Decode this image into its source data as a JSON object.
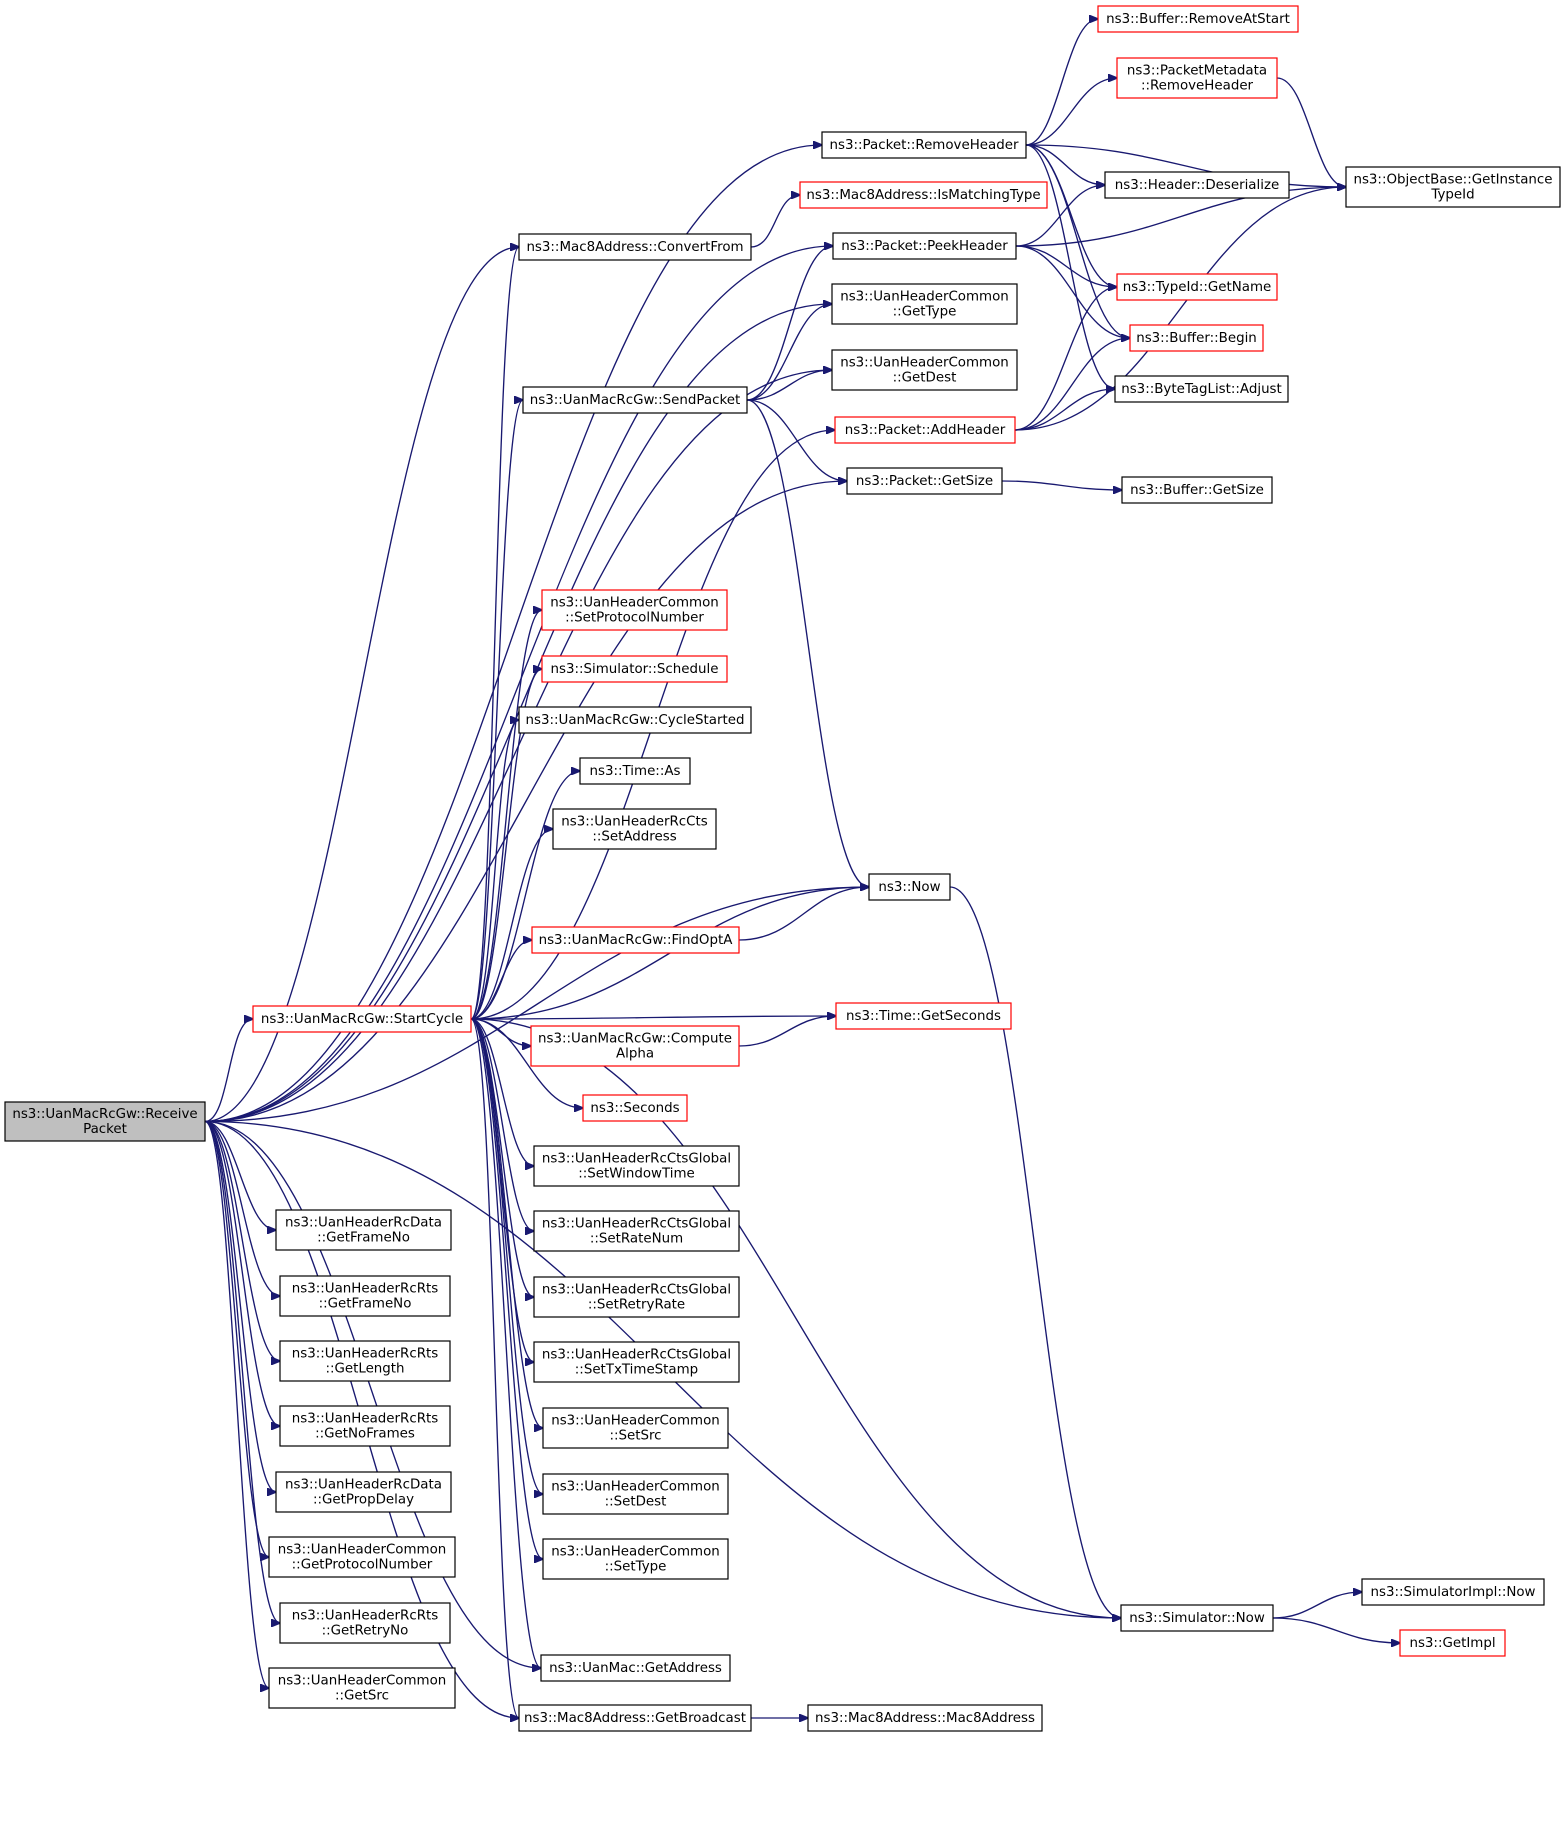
{
  "graph": {
    "nodes": [
      {
        "id": "receive_packet",
        "lines": [
          "ns3::UanMacRcGw::Receive",
          "Packet"
        ],
        "style": "root"
      },
      {
        "id": "start_cycle",
        "lines": [
          "ns3::UanMacRcGw::StartCycle"
        ],
        "style": "red"
      },
      {
        "id": "send_packet",
        "lines": [
          "ns3::UanMacRcGw::SendPacket"
        ],
        "style": "black"
      },
      {
        "id": "mac8_convert_from",
        "lines": [
          "ns3::Mac8Address::ConvertFrom"
        ],
        "style": "black"
      },
      {
        "id": "packet_remove_header",
        "lines": [
          "ns3::Packet::RemoveHeader"
        ],
        "style": "black"
      },
      {
        "id": "packet_peek_header",
        "lines": [
          "ns3::Packet::PeekHeader"
        ],
        "style": "black"
      },
      {
        "id": "uanhdrcommon_get_type",
        "lines": [
          "ns3::UanHeaderCommon",
          "::GetType"
        ],
        "style": "black"
      },
      {
        "id": "uanhdrcommon_get_dest",
        "lines": [
          "ns3::UanHeaderCommon",
          "::GetDest"
        ],
        "style": "black"
      },
      {
        "id": "packet_add_header",
        "lines": [
          "ns3::Packet::AddHeader"
        ],
        "style": "red"
      },
      {
        "id": "packet_get_size",
        "lines": [
          "ns3::Packet::GetSize"
        ],
        "style": "black"
      },
      {
        "id": "buffer_remove_at_start",
        "lines": [
          "ns3::Buffer::RemoveAtStart"
        ],
        "style": "red"
      },
      {
        "id": "packetmetadata_remove_header",
        "lines": [
          "ns3::PacketMetadata",
          "::RemoveHeader"
        ],
        "style": "red"
      },
      {
        "id": "mac8_is_matching_type",
        "lines": [
          "ns3::Mac8Address::IsMatchingType"
        ],
        "style": "red"
      },
      {
        "id": "header_deserialize",
        "lines": [
          "ns3::Header::Deserialize"
        ],
        "style": "black"
      },
      {
        "id": "typeid_get_name",
        "lines": [
          "ns3::TypeId::GetName"
        ],
        "style": "red"
      },
      {
        "id": "buffer_begin",
        "lines": [
          "ns3::Buffer::Begin"
        ],
        "style": "red"
      },
      {
        "id": "bytetaglist_adjust",
        "lines": [
          "ns3::ByteTagList::Adjust"
        ],
        "style": "black"
      },
      {
        "id": "buffer_get_size",
        "lines": [
          "ns3::Buffer::GetSize"
        ],
        "style": "black"
      },
      {
        "id": "objectbase_get_instance_typeid",
        "lines": [
          "ns3::ObjectBase::GetInstance",
          "TypeId"
        ],
        "style": "black"
      },
      {
        "id": "uanhdrcommon_set_protocol_number",
        "lines": [
          "ns3::UanHeaderCommon",
          "::SetProtocolNumber"
        ],
        "style": "red"
      },
      {
        "id": "simulator_schedule",
        "lines": [
          "ns3::Simulator::Schedule"
        ],
        "style": "red"
      },
      {
        "id": "cycle_started",
        "lines": [
          "ns3::UanMacRcGw::CycleStarted"
        ],
        "style": "black"
      },
      {
        "id": "time_as",
        "lines": [
          "ns3::Time::As"
        ],
        "style": "black"
      },
      {
        "id": "uanhdrrccts_set_address",
        "lines": [
          "ns3::UanHeaderRcCts",
          "::SetAddress"
        ],
        "style": "black"
      },
      {
        "id": "ns3_now",
        "lines": [
          "ns3::Now"
        ],
        "style": "black"
      },
      {
        "id": "find_opt_a",
        "lines": [
          "ns3::UanMacRcGw::FindOptA"
        ],
        "style": "red"
      },
      {
        "id": "time_get_seconds",
        "lines": [
          "ns3::Time::GetSeconds"
        ],
        "style": "red"
      },
      {
        "id": "compute_alpha",
        "lines": [
          "ns3::UanMacRcGw::Compute",
          "Alpha"
        ],
        "style": "red"
      },
      {
        "id": "ns3_seconds",
        "lines": [
          "ns3::Seconds"
        ],
        "style": "red"
      },
      {
        "id": "ctsglobal_set_window_time",
        "lines": [
          "ns3::UanHeaderRcCtsGlobal",
          "::SetWindowTime"
        ],
        "style": "black"
      },
      {
        "id": "ctsglobal_set_rate_num",
        "lines": [
          "ns3::UanHeaderRcCtsGlobal",
          "::SetRateNum"
        ],
        "style": "black"
      },
      {
        "id": "ctsglobal_set_retry_rate",
        "lines": [
          "ns3::UanHeaderRcCtsGlobal",
          "::SetRetryRate"
        ],
        "style": "black"
      },
      {
        "id": "ctsglobal_set_tx_timestamp",
        "lines": [
          "ns3::UanHeaderRcCtsGlobal",
          "::SetTxTimeStamp"
        ],
        "style": "black"
      },
      {
        "id": "uanhdrcommon_set_src",
        "lines": [
          "ns3::UanHeaderCommon",
          "::SetSrc"
        ],
        "style": "black"
      },
      {
        "id": "uanhdrcommon_set_dest",
        "lines": [
          "ns3::UanHeaderCommon",
          "::SetDest"
        ],
        "style": "black"
      },
      {
        "id": "uanhdrcommon_set_type",
        "lines": [
          "ns3::UanHeaderCommon",
          "::SetType"
        ],
        "style": "black"
      },
      {
        "id": "simulator_now",
        "lines": [
          "ns3::Simulator::Now"
        ],
        "style": "black"
      },
      {
        "id": "simulatorimpl_now",
        "lines": [
          "ns3::SimulatorImpl::Now"
        ],
        "style": "black"
      },
      {
        "id": "get_impl",
        "lines": [
          "ns3::GetImpl"
        ],
        "style": "red"
      },
      {
        "id": "uanmac_get_address",
        "lines": [
          "ns3::UanMac::GetAddress"
        ],
        "style": "black"
      },
      {
        "id": "mac8_get_broadcast",
        "lines": [
          "ns3::Mac8Address::GetBroadcast"
        ],
        "style": "black"
      },
      {
        "id": "mac8_address_ctor",
        "lines": [
          "ns3::Mac8Address::Mac8Address"
        ],
        "style": "black"
      },
      {
        "id": "rcdata_get_frame_no",
        "lines": [
          "ns3::UanHeaderRcData",
          "::GetFrameNo"
        ],
        "style": "black"
      },
      {
        "id": "rcrts_get_frame_no",
        "lines": [
          "ns3::UanHeaderRcRts",
          "::GetFrameNo"
        ],
        "style": "black"
      },
      {
        "id": "rcrts_get_length",
        "lines": [
          "ns3::UanHeaderRcRts",
          "::GetLength"
        ],
        "style": "black"
      },
      {
        "id": "rcrts_get_no_frames",
        "lines": [
          "ns3::UanHeaderRcRts",
          "::GetNoFrames"
        ],
        "style": "black"
      },
      {
        "id": "rcdata_get_prop_delay",
        "lines": [
          "ns3::UanHeaderRcData",
          "::GetPropDelay"
        ],
        "style": "black"
      },
      {
        "id": "uanhdrcommon_get_protocol_number",
        "lines": [
          "ns3::UanHeaderCommon",
          "::GetProtocolNumber"
        ],
        "style": "black"
      },
      {
        "id": "rcrts_get_retry_no",
        "lines": [
          "ns3::UanHeaderRcRts",
          "::GetRetryNo"
        ],
        "style": "black"
      },
      {
        "id": "uanhdrcommon_get_src",
        "lines": [
          "ns3::UanHeaderCommon",
          "::GetSrc"
        ],
        "style": "black"
      }
    ],
    "edges": [
      [
        "receive_packet",
        "start_cycle"
      ],
      [
        "receive_packet",
        "mac8_convert_from"
      ],
      [
        "receive_packet",
        "packet_remove_header"
      ],
      [
        "receive_packet",
        "packet_peek_header"
      ],
      [
        "receive_packet",
        "uanhdrcommon_get_type"
      ],
      [
        "receive_packet",
        "uanhdrcommon_get_dest"
      ],
      [
        "receive_packet",
        "packet_get_size"
      ],
      [
        "receive_packet",
        "ns3_now"
      ],
      [
        "receive_packet",
        "rcdata_get_frame_no"
      ],
      [
        "receive_packet",
        "rcrts_get_frame_no"
      ],
      [
        "receive_packet",
        "rcrts_get_length"
      ],
      [
        "receive_packet",
        "rcrts_get_no_frames"
      ],
      [
        "receive_packet",
        "rcdata_get_prop_delay"
      ],
      [
        "receive_packet",
        "uanhdrcommon_get_protocol_number"
      ],
      [
        "receive_packet",
        "rcrts_get_retry_no"
      ],
      [
        "receive_packet",
        "uanhdrcommon_get_src"
      ],
      [
        "receive_packet",
        "uanmac_get_address"
      ],
      [
        "receive_packet",
        "mac8_get_broadcast"
      ],
      [
        "receive_packet",
        "simulator_now"
      ],
      [
        "start_cycle",
        "send_packet"
      ],
      [
        "start_cycle",
        "mac8_convert_from"
      ],
      [
        "start_cycle",
        "packet_add_header"
      ],
      [
        "start_cycle",
        "uanhdrcommon_set_protocol_number"
      ],
      [
        "start_cycle",
        "simulator_schedule"
      ],
      [
        "start_cycle",
        "cycle_started"
      ],
      [
        "start_cycle",
        "time_as"
      ],
      [
        "start_cycle",
        "uanhdrrccts_set_address"
      ],
      [
        "start_cycle",
        "ns3_now"
      ],
      [
        "start_cycle",
        "find_opt_a"
      ],
      [
        "start_cycle",
        "time_get_seconds"
      ],
      [
        "start_cycle",
        "compute_alpha"
      ],
      [
        "start_cycle",
        "ns3_seconds"
      ],
      [
        "start_cycle",
        "ctsglobal_set_window_time"
      ],
      [
        "start_cycle",
        "ctsglobal_set_rate_num"
      ],
      [
        "start_cycle",
        "ctsglobal_set_retry_rate"
      ],
      [
        "start_cycle",
        "ctsglobal_set_tx_timestamp"
      ],
      [
        "start_cycle",
        "uanhdrcommon_set_src"
      ],
      [
        "start_cycle",
        "uanhdrcommon_set_dest"
      ],
      [
        "start_cycle",
        "uanhdrcommon_set_type"
      ],
      [
        "start_cycle",
        "simulator_now"
      ],
      [
        "start_cycle",
        "uanmac_get_address"
      ],
      [
        "start_cycle",
        "mac8_get_broadcast"
      ],
      [
        "send_packet",
        "packet_peek_header"
      ],
      [
        "send_packet",
        "uanhdrcommon_get_type"
      ],
      [
        "send_packet",
        "uanhdrcommon_get_dest"
      ],
      [
        "send_packet",
        "packet_get_size"
      ],
      [
        "send_packet",
        "ns3_now"
      ],
      [
        "mac8_convert_from",
        "mac8_is_matching_type"
      ],
      [
        "packet_remove_header",
        "buffer_remove_at_start"
      ],
      [
        "packet_remove_header",
        "packetmetadata_remove_header"
      ],
      [
        "packet_remove_header",
        "objectbase_get_instance_typeid"
      ],
      [
        "packet_remove_header",
        "header_deserialize"
      ],
      [
        "packet_remove_header",
        "typeid_get_name"
      ],
      [
        "packet_remove_header",
        "buffer_begin"
      ],
      [
        "packet_remove_header",
        "bytetaglist_adjust"
      ],
      [
        "packetmetadata_remove_header",
        "objectbase_get_instance_typeid"
      ],
      [
        "packet_peek_header",
        "header_deserialize"
      ],
      [
        "packet_peek_header",
        "objectbase_get_instance_typeid"
      ],
      [
        "packet_peek_header",
        "typeid_get_name"
      ],
      [
        "packet_peek_header",
        "buffer_begin"
      ],
      [
        "packet_add_header",
        "typeid_get_name"
      ],
      [
        "packet_add_header",
        "buffer_begin"
      ],
      [
        "packet_add_header",
        "bytetaglist_adjust"
      ],
      [
        "packet_add_header",
        "objectbase_get_instance_typeid"
      ],
      [
        "packet_get_size",
        "buffer_get_size"
      ],
      [
        "find_opt_a",
        "ns3_now"
      ],
      [
        "compute_alpha",
        "time_get_seconds"
      ],
      [
        "ns3_now",
        "simulator_now"
      ],
      [
        "simulator_now",
        "simulatorimpl_now"
      ],
      [
        "simulator_now",
        "get_impl"
      ],
      [
        "mac8_get_broadcast",
        "mac8_address_ctor"
      ]
    ]
  }
}
